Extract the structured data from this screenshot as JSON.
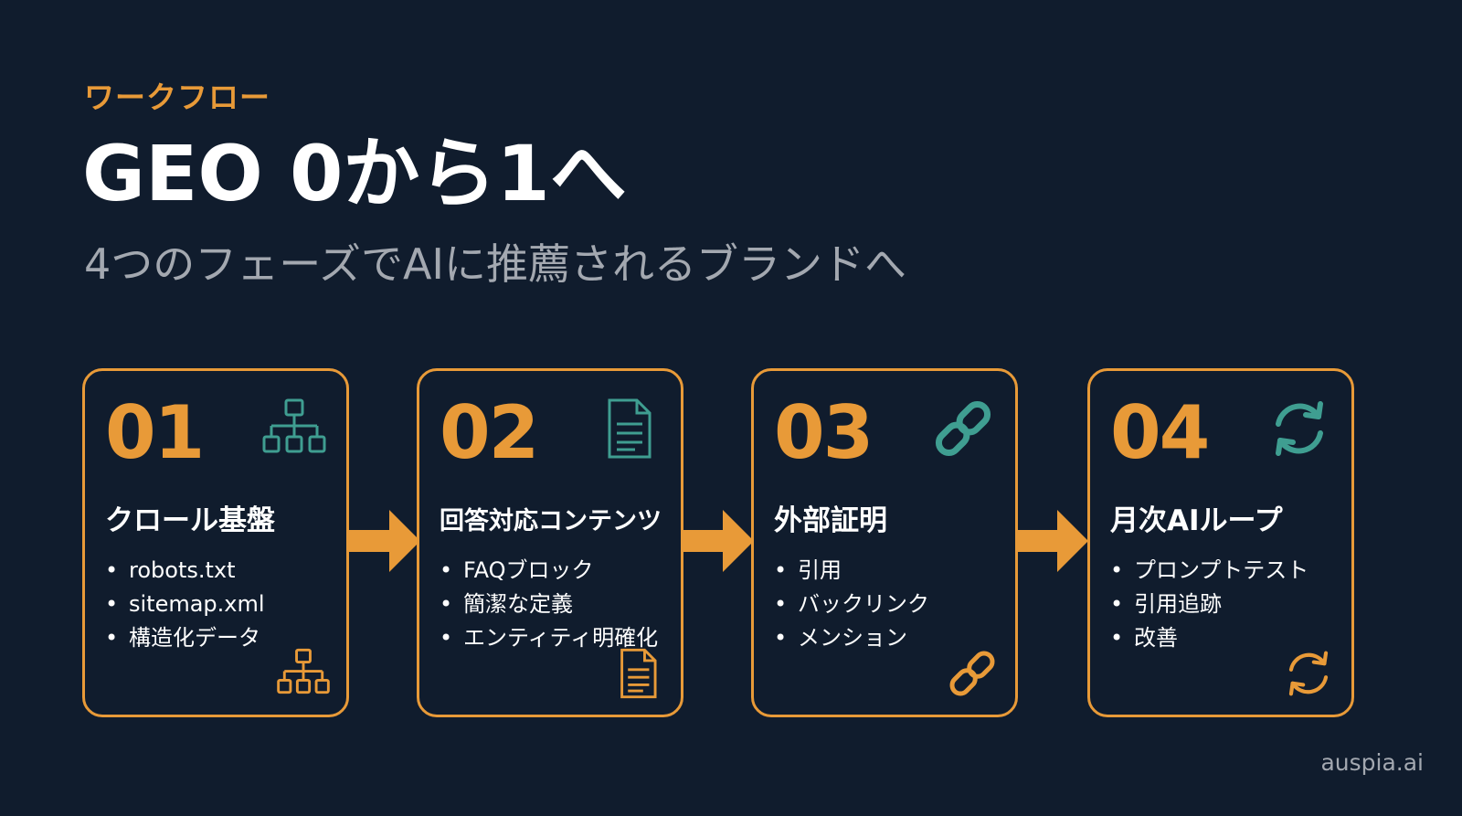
{
  "eyebrow": "ワークフロー",
  "title": "GEO 0から1へ",
  "subtitle": "4つのフェーズでAIに推薦されるブランドへ",
  "colors": {
    "accent": "#e89a38",
    "teal": "#3f9e91",
    "background": "#101c2d"
  },
  "phases": [
    {
      "num": "01",
      "title": "クロール基盤",
      "items": [
        "robots.txt",
        "sitemap.xml",
        "構造化データ"
      ],
      "icon": "sitemap-icon"
    },
    {
      "num": "02",
      "title": "回答対応コンテンツ",
      "items": [
        "FAQブロック",
        "簡潔な定義",
        "エンティティ明確化"
      ],
      "icon": "document-icon"
    },
    {
      "num": "03",
      "title": "外部証明",
      "items": [
        "引用",
        "バックリンク",
        "メンション"
      ],
      "icon": "link-icon"
    },
    {
      "num": "04",
      "title": "月次AIループ",
      "items": [
        "プロンプトテスト",
        "引用追跡",
        "改善"
      ],
      "icon": "refresh-icon"
    }
  ],
  "brand": "auspia.ai"
}
